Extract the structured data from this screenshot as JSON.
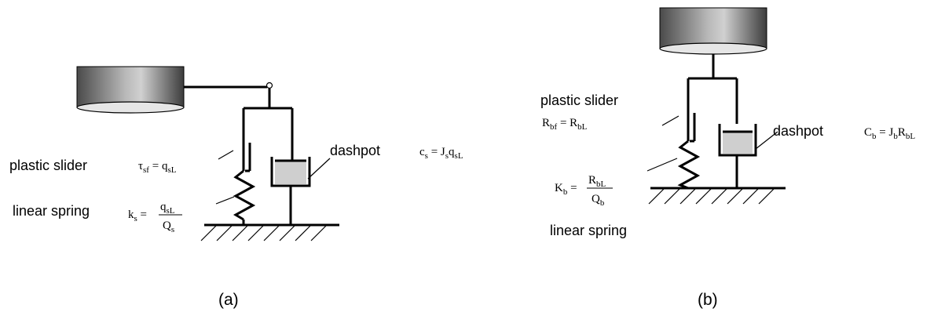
{
  "figure_a": {
    "caption": "(a)",
    "plastic_slider_label": "plastic slider",
    "slider_eq": {
      "lhs": "τ",
      "lhs_sub": "sf",
      "eq": " = ",
      "rhs": "q",
      "rhs_sub": "sL"
    },
    "dashpot_label": "dashpot",
    "dashpot_eq": {
      "lhs": "c",
      "lhs_sub": "s",
      "eq": " = ",
      "r1": "J",
      "r1_sub": "s",
      "r2": "q",
      "r2_sub": "sL"
    },
    "spring_label": "linear spring",
    "spring_eq": {
      "lhs": "k",
      "lhs_sub": "s",
      "eq": " =",
      "num": "q",
      "num_sub": "sL",
      "den": "Q",
      "den_sub": "s"
    }
  },
  "figure_b": {
    "caption": "(b)",
    "plastic_slider_label": "plastic slider",
    "slider_eq": {
      "lhs": "R",
      "lhs_sub": "bf",
      "eq": " = ",
      "rhs": "R",
      "rhs_sub": "bL"
    },
    "dashpot_label": "dashpot",
    "dashpot_eq": {
      "lhs": "C",
      "lhs_sub": "b",
      "eq": " = ",
      "r1": "J",
      "r1_sub": "b",
      "r2": "R",
      "r2_sub": "bL"
    },
    "spring_label": "linear spring",
    "spring_eq": {
      "lhs": "K",
      "lhs_sub": "b",
      "eq": " =",
      "num": "R",
      "num_sub": "bL",
      "den": "Q",
      "den_sub": "b"
    }
  }
}
